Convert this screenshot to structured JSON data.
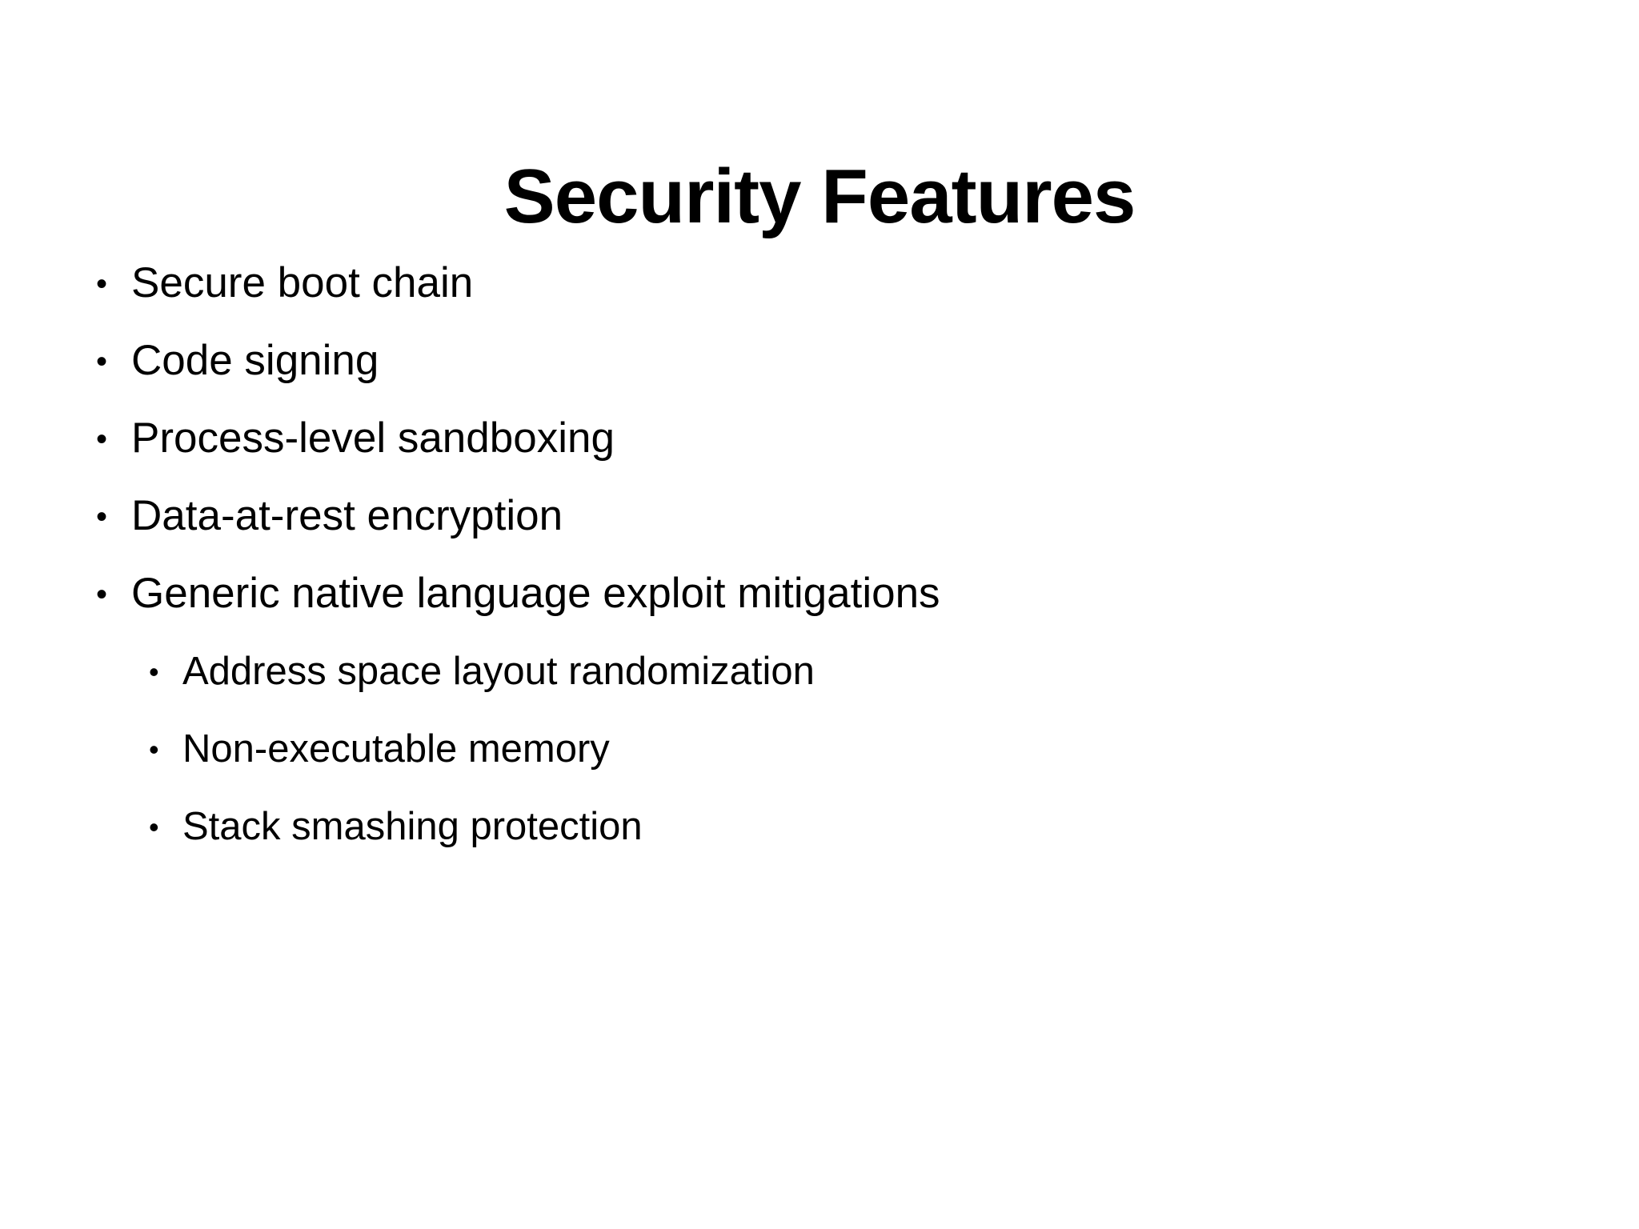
{
  "slide": {
    "title": "Security Features",
    "background_color": "#ffffff",
    "text_color": "#000000",
    "bullet_glyph": "•",
    "bullets": [
      {
        "text": "Secure boot chain"
      },
      {
        "text": "Code signing"
      },
      {
        "text": "Process-level sandboxing"
      },
      {
        "text": "Data-at-rest encryption"
      },
      {
        "text": "Generic native language exploit mitigations"
      }
    ],
    "sub_bullets": [
      {
        "text": "Address space layout randomization"
      },
      {
        "text": "Non-executable memory"
      },
      {
        "text": "Stack smashing protection"
      }
    ]
  }
}
